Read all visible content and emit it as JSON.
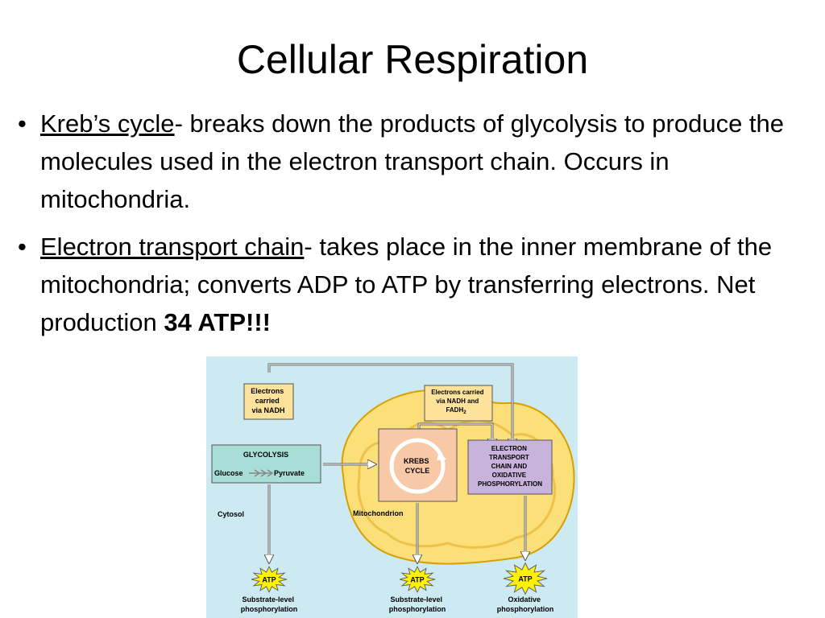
{
  "slide": {
    "title": "Cellular Respiration",
    "bullet_glyph": "•",
    "bullets": [
      {
        "term": "Kreb’s cycle",
        "text": "- breaks down the products of glycolysis to produce the molecules used in the electron transport chain.  Occurs in mitochondria."
      },
      {
        "term": "Electron transport chain",
        "text": "- takes place in the inner membrane of the mitochondria; converts ADP to ATP by transferring electrons.  Net production ",
        "emphasis": "34 ATP!!!"
      }
    ]
  },
  "diagram": {
    "colors": {
      "background": "#cde9f1",
      "mitochondrion": "#fbe07a",
      "glycolysis_box": "#a8ddd8",
      "krebs_box": "#f8c9a7",
      "etc_box": "#c8b3dc",
      "note_box": "#fce29a",
      "atp_burst": "#fff200"
    },
    "electrons_nadh": [
      "Electrons",
      "carried",
      "via NADH"
    ],
    "electrons_nadh_fadh": [
      "Electrons carried",
      "via NADH and",
      "FADH"
    ],
    "fadh_subscript": "2",
    "glycolysis": {
      "title": "GLYCOLYSIS",
      "from": "Glucose",
      "to": "Pyruvate"
    },
    "krebs": [
      "KREBS",
      "CYCLE"
    ],
    "etc": [
      "ELECTRON",
      "TRANSPORT",
      "CHAIN AND",
      "OXIDATIVE",
      "PHOSPHORYLATION"
    ],
    "cytosol_label": "Cytosol",
    "mitochondrion_label": "Mitochondrion",
    "atp_label": "ATP",
    "outputs": [
      [
        "Substrate-level",
        "phosphorylation"
      ],
      [
        "Substrate-level",
        "phosphorylation"
      ],
      [
        "Oxidative",
        "phosphorylation"
      ]
    ]
  }
}
